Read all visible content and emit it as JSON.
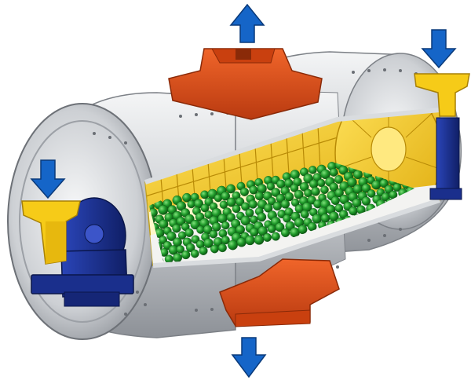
{
  "diagram": {
    "colors": {
      "shell": "#c9ccd0",
      "shell_dark": "#8e9298",
      "shell_light": "#eef0f2",
      "liner": "#f2cc1e",
      "liner_dark": "#c89b08",
      "balls": "#1f9a2a",
      "balls_dark": "#0d5c14",
      "housing": "#e2521b",
      "housing_dark": "#a8300c",
      "trunnion": "#1a2f8c",
      "arrow": "#1565c8"
    },
    "arrows": [
      {
        "name": "top-outlet-arrow",
        "direction": "up"
      },
      {
        "name": "bottom-outlet-arrow",
        "direction": "down"
      },
      {
        "name": "left-inlet-arrow",
        "direction": "down"
      },
      {
        "name": "right-inlet-arrow",
        "direction": "down"
      }
    ],
    "components": [
      "rotating-shell",
      "liner-plates",
      "grinding-balls",
      "top-discharge-hood",
      "bottom-discharge-hood",
      "left-feed-chute",
      "right-feed-chute",
      "left-trunnion-bearing",
      "right-trunnion-bearing"
    ]
  }
}
